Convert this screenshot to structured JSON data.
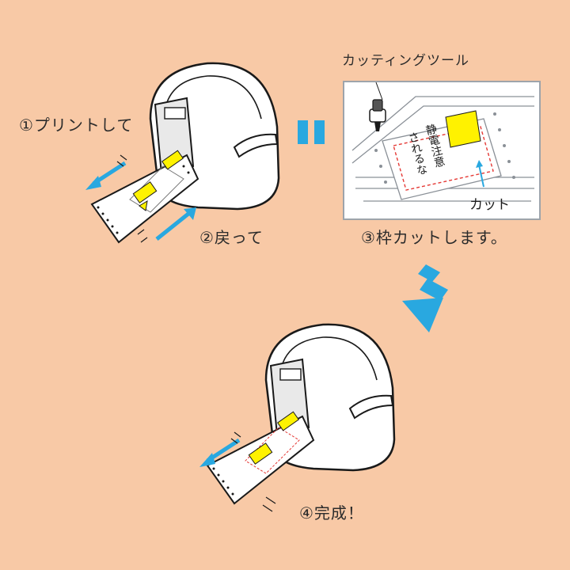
{
  "steps": [
    {
      "label": "①プリントして"
    },
    {
      "label": "②戻って"
    },
    {
      "label": "③枠カットします。"
    },
    {
      "label": "④完成！"
    }
  ],
  "detail": {
    "tool_label": "カッティングツール",
    "cut_label": "カット",
    "sticker_text_line1": "静電注意",
    "sticker_text_line2": "されるな"
  },
  "colors": {
    "background": "#f8c9a6",
    "arrow_blue": "#29a8e0",
    "warning_yellow": "#fff200",
    "cut_red": "#e53935"
  }
}
